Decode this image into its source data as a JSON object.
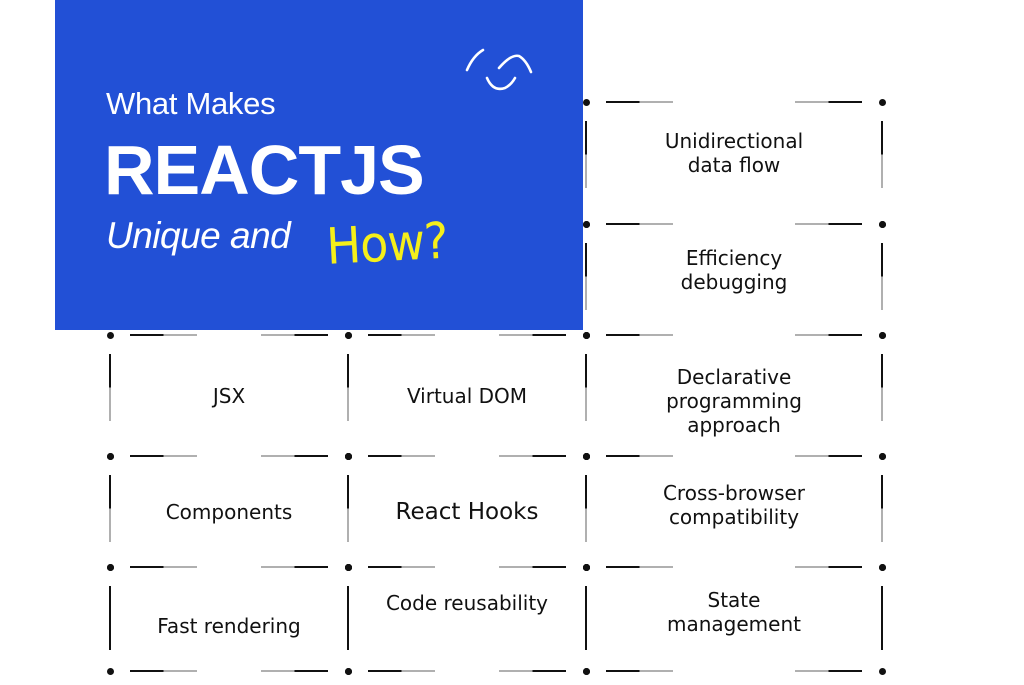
{
  "hero": {
    "line1": "What Makes",
    "line2": "REACTJS",
    "line3": "Unique and",
    "accent": "How?",
    "background_color": "#2250d6",
    "accent_color": "#f5ef1a",
    "logo_icon": "smile-swoosh-logo-icon"
  },
  "grid": {
    "cells": [
      {
        "label": "Unidirectional data flow",
        "col": 2,
        "row": 0
      },
      {
        "label": "Efficiency debugging",
        "col": 2,
        "row": 1
      },
      {
        "label": "JSX",
        "col": 0,
        "row": 2
      },
      {
        "label": "Virtual DOM",
        "col": 1,
        "row": 2
      },
      {
        "label": "Declarative programming approach",
        "col": 2,
        "row": 2
      },
      {
        "label": "Components",
        "col": 0,
        "row": 3
      },
      {
        "label": "React Hooks",
        "col": 1,
        "row": 3
      },
      {
        "label": "Cross-browser compatibility",
        "col": 2,
        "row": 3
      },
      {
        "label": "Fast rendering",
        "col": 0,
        "row": 4
      },
      {
        "label": "Code reusability",
        "col": 1,
        "row": 4
      },
      {
        "label": "State management",
        "col": 2,
        "row": 4
      }
    ]
  }
}
